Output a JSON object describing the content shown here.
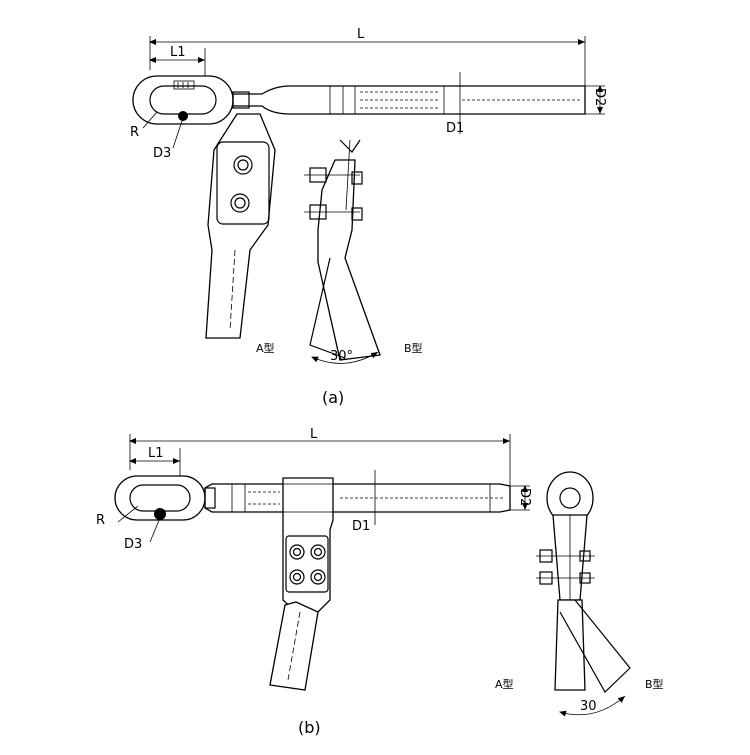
{
  "figure_a": {
    "dim_L": "L",
    "dim_L1": "L1",
    "dim_D1": "D1",
    "dim_D2": "D2",
    "dim_R": "R",
    "dim_D3": "D3",
    "angle": "30°",
    "label_a_type": "A型",
    "label_b_type": "B型",
    "caption": "(a)"
  },
  "figure_b": {
    "dim_L": "L",
    "dim_L1": "L1",
    "dim_D1": "D1",
    "dim_D2": "D2",
    "dim_R": "R",
    "dim_D3": "D3",
    "angle": "30",
    "label_a_type": "A型",
    "label_b_type": "B型",
    "caption": "(b)"
  }
}
